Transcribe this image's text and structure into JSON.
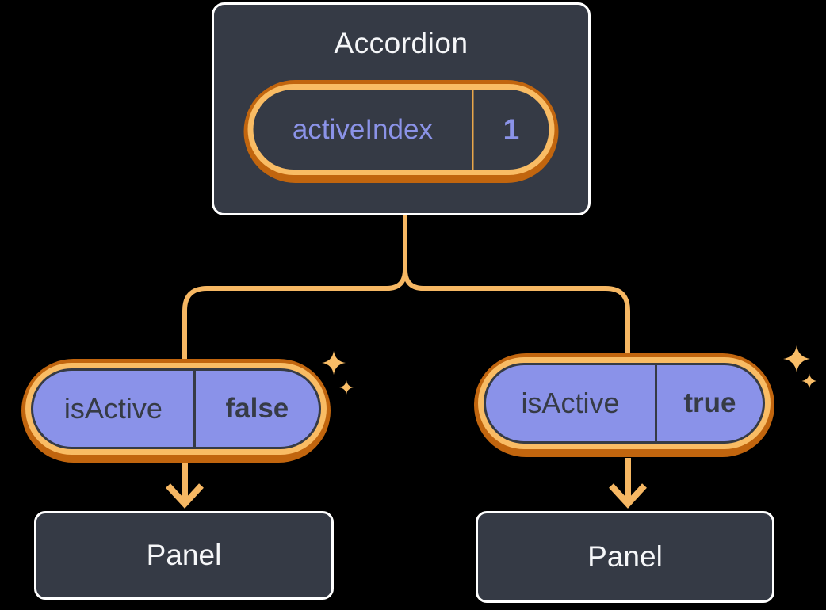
{
  "colors": {
    "bg": "#000000",
    "node-fill": "#353a45",
    "node-border": "#ffffff",
    "ring-outer": "#c1650e",
    "ring-inner": "#f9bc64",
    "line": "#f6b763",
    "sparkle": "#f9bd67",
    "purple": "#8a92e9",
    "ink-dark": "#363b45",
    "text-light": "#f6f7f9",
    "accent": "#8b93e8",
    "divider-orange": "#e9a64a"
  },
  "accordion": {
    "title": "Accordion",
    "state": {
      "label": "activeIndex",
      "value": "1"
    }
  },
  "panels": [
    {
      "prop_label": "isActive",
      "prop_value": "false",
      "title": "Panel"
    },
    {
      "prop_label": "isActive",
      "prop_value": "true",
      "title": "Panel"
    }
  ]
}
